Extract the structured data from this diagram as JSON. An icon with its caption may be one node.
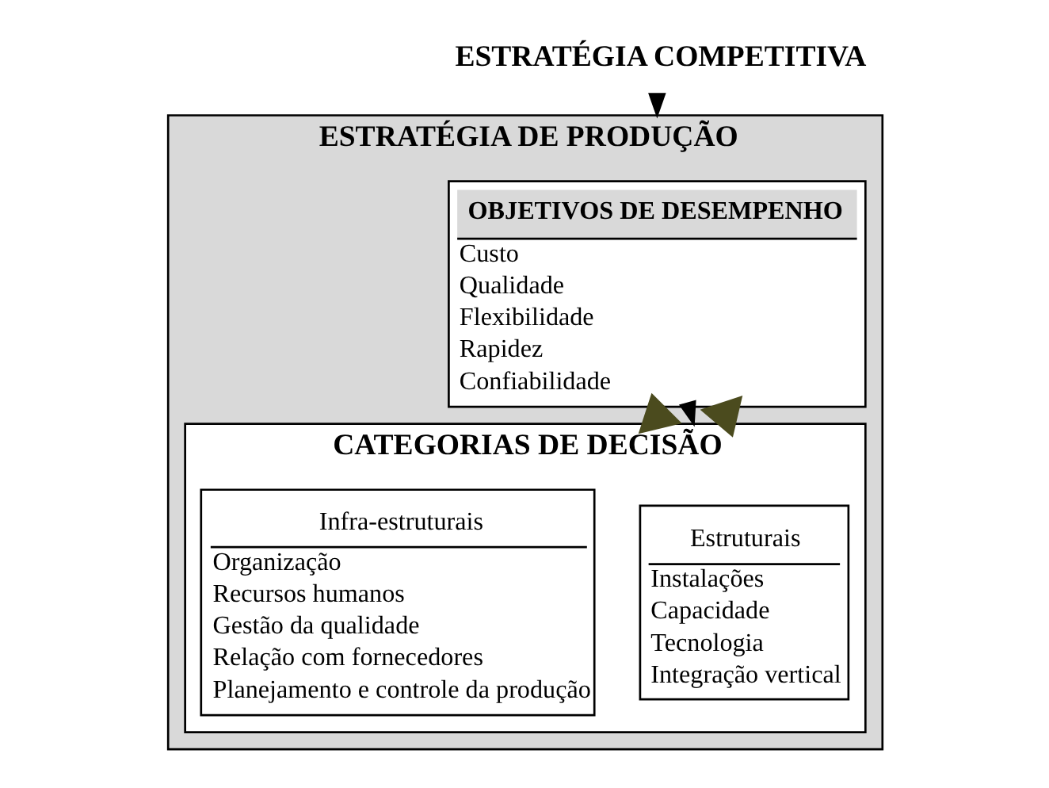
{
  "diagram": {
    "nodes": [
      {
        "text": [
          "ESTRATÉGIA COMPETITIVA"
        ]
      },
      {
        "text": [
          "ESTRATÉGIA DE PRODUÇÃO"
        ]
      },
      {
        "text": [
          "OBJETIVOS DE DESEMPENHO",
          "Custo",
          "Qualidade",
          "Flexibilidade",
          "Rapidez",
          "Confiabilidade"
        ],
        "in": 1
      },
      {
        "text": [
          "CATEGORIAS DE DECISÃO"
        ],
        "in": 1
      },
      {
        "text": [
          "Estruturais",
          "Instalações",
          "Capacidade",
          "Tecnologia",
          "Integração vertical"
        ],
        "in": 3
      },
      {
        "text": [
          "Infra-estruturais",
          "Organização",
          "Recursos humanos",
          "Gestão da qualidade",
          "Relação com fornecedores",
          "Planejamento e controle da produção"
        ],
        "in": 3
      }
    ],
    "edges": [
      {
        "from": 0,
        "to": 1,
        "arrow": "to"
      },
      {
        "from": 2,
        "to": 3,
        "arrow": "to"
      },
      {
        "from": 2,
        "to": 3,
        "arrow": "to",
        "style": "thick",
        "color": "#4b4b1e"
      },
      {
        "from": 3,
        "to": 2,
        "arrow": "to",
        "style": "thick",
        "color": "#4b4b1e"
      }
    ]
  }
}
